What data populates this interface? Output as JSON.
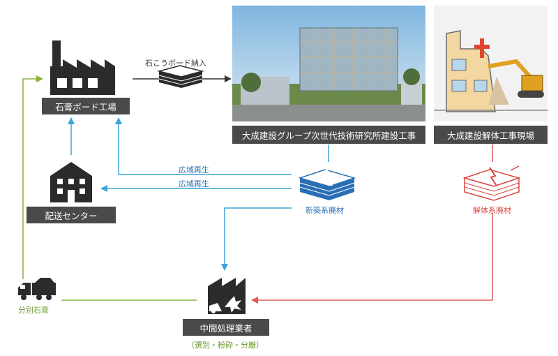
{
  "nodes": {
    "gypsum_factory": "石膏ボード工場",
    "delivery_center": "配送センター",
    "construction_site": "大成建設グループ次世代技術研究所建設工事",
    "demolition_site": "大成建設解体工事現場",
    "intermediate_processor": "中間処理業者",
    "processor_note": "（選別・粉砕・分離）"
  },
  "flows": {
    "board_delivery": "石こうボード納入",
    "wide_area_recycle_1": "広域再生",
    "wide_area_recycle_2": "広域再生",
    "new_build_waste": "新築系廃材",
    "demolition_waste": "解体系廃材",
    "sorted_gypsum": "分別石膏"
  },
  "colors": {
    "arrow_blue": "#3aa3d8",
    "arrow_red": "#e05a57",
    "arrow_green": "#86b33b",
    "label_bg": "#4a4a4a",
    "waste_blue": "#2a6fb5",
    "waste_red": "#d9463e"
  },
  "icons": [
    "factory-icon",
    "building-icon",
    "gypsum-board-stack-icon",
    "truck-icon",
    "processing-factory-icon",
    "waste-stack-icon",
    "excavator-icon"
  ]
}
